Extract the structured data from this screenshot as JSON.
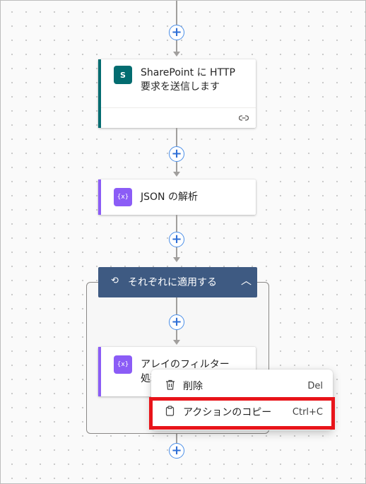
{
  "flow": {
    "actions": [
      {
        "title_line1": "SharePoint に HTTP",
        "title_line2": "要求を送信します",
        "icon": "sharepoint-icon",
        "accent": "#036c70"
      },
      {
        "title": "JSON の解析",
        "icon": "data-operation-icon",
        "accent": "#8b5cf6"
      }
    ],
    "scope": {
      "title": "それぞれに適用する",
      "icon": "loop-icon",
      "collapse_icon": "chevron-up-icon"
    },
    "inner_action": {
      "title_line1": "アレイのフィルター",
      "title_line2": "処理",
      "icon": "data-operation-icon",
      "accent": "#8b5cf6"
    },
    "add_button_glyph": "+"
  },
  "context_menu": {
    "items": [
      {
        "label": "削除",
        "shortcut": "Del",
        "icon": "trash-icon"
      },
      {
        "label": "アクションのコピー",
        "shortcut": "Ctrl+C",
        "icon": "clipboard-icon"
      }
    ]
  },
  "colors": {
    "highlight_box": "#e8141a",
    "scope_header": "#3e5a82",
    "add_button_border": "#4a8ee8"
  }
}
